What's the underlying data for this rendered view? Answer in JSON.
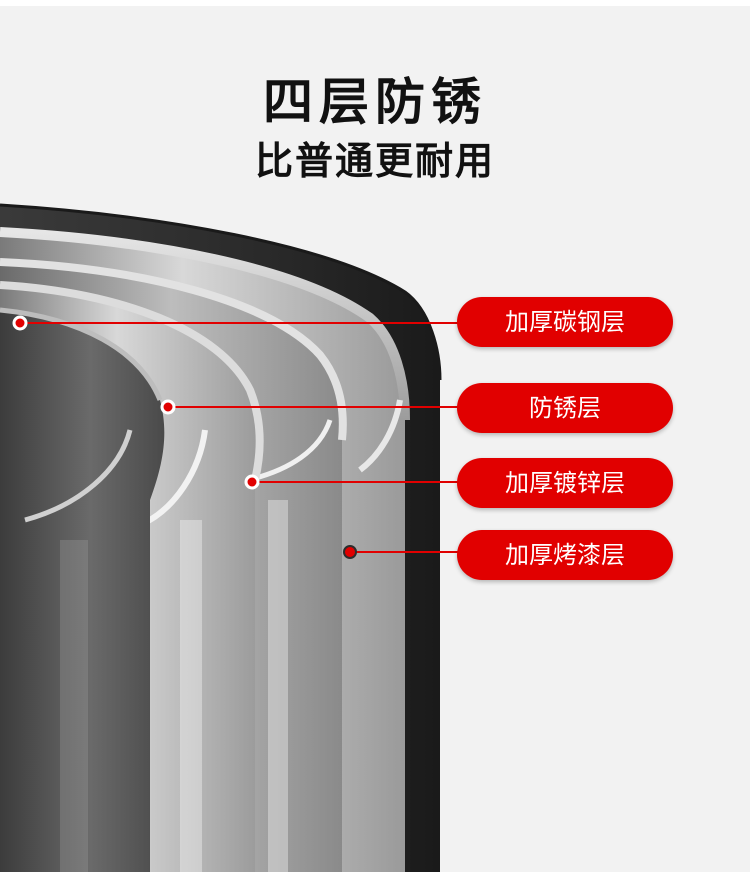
{
  "title": "四层防锈",
  "subtitle": "比普通更耐用",
  "layers": [
    {
      "label": "加厚碳钢层"
    },
    {
      "label": "防锈层"
    },
    {
      "label": "加厚镀锌层"
    },
    {
      "label": "加厚烤漆层"
    }
  ],
  "colors": {
    "background": "#f2f2f2",
    "accent": "#e10000",
    "outer_coat": "#2d2d2d",
    "metal_light": "#d4d4d4",
    "metal_dark": "#5e5e5e"
  }
}
